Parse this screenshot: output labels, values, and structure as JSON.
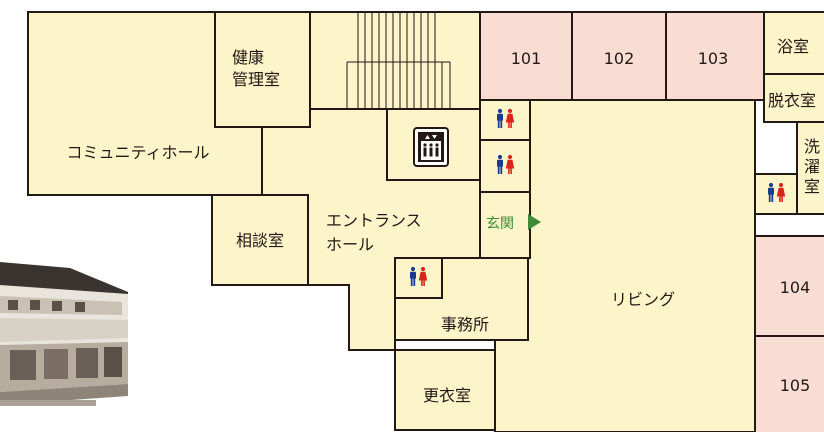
{
  "rooms": {
    "community_hall": "コミュニティホール",
    "health_room_line1": "健康",
    "health_room_line2": "管理室",
    "consult_room": "相談室",
    "entrance_hall_line1": "エントランス",
    "entrance_hall_line2": "ホール",
    "genkan": "玄関",
    "office": "事務所",
    "changing_room": "更衣室",
    "living": "リビング",
    "bath": "浴室",
    "dressing_room": "脱衣室",
    "laundry_line1": "洗",
    "laundry_line2": "濯",
    "laundry_line3": "室",
    "r101": "101",
    "r102": "102",
    "r103": "103",
    "r104": "104",
    "r105": "105"
  },
  "icons": {
    "restroom": "restroom-icon",
    "elevator": "elevator-icon",
    "entrance_arrow": "entrance-arrow-icon",
    "building_photo": "building-photo"
  },
  "colors": {
    "room_fill": "#fbf5c9",
    "private_room_fill": "#f9dcd2",
    "wall": "#231815",
    "male": "#1a3b8f",
    "female": "#d9261c",
    "entrance_green": "#3f8a36"
  }
}
